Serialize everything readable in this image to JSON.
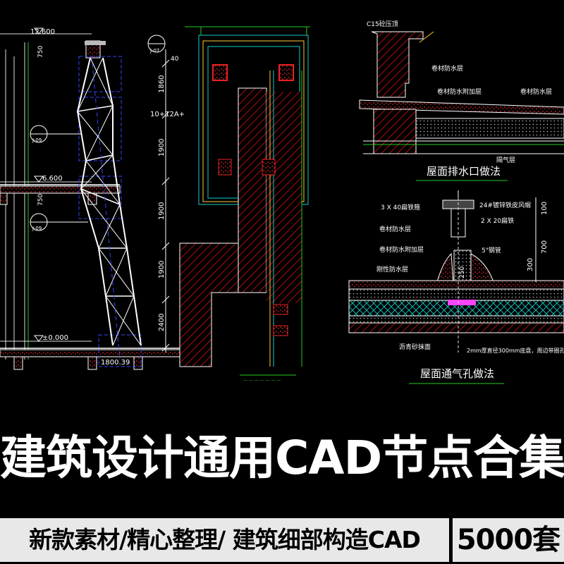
{
  "drawing": {
    "left_labels": {
      "level_top": "12.600",
      "level_mid": "6.600",
      "level_bottom": "±0.000",
      "dim_750_top": "750",
      "dim_40": "40",
      "dim_1860": "1860",
      "dim_1900_a": "1900",
      "dim_1900_b": "1900",
      "dim_1900_c": "1900",
      "dim_2400": "2400",
      "dim_750_mid": "750",
      "glass": "10+12A+",
      "base_dim": "1800.39",
      "ref_j07": "J-07",
      "ref_j09a": "J-09",
      "ref_j09b": "J-09"
    },
    "right_top": {
      "c15": "C15砼压顶",
      "layer1": "卷材防水层",
      "layer2": "卷材防水附加层",
      "layer3": "卷材防水层",
      "layer4": "隔气层",
      "caption": "屋面排水口做法"
    },
    "right_bottom": {
      "l1": "3 X 40扁铁箍",
      "l2": "24#镀锌铁皮风帽",
      "l3": "2 X 20扁铁",
      "l4": "卷材防水层",
      "l5": "卷材防水附加层",
      "l6": "5\"钢管",
      "l7": "刚性防水层",
      "l8": "沥青砂抹面",
      "l9": "2mm厚直径300mm底盘，周边带圈孔",
      "dim_100": "100",
      "dim_300": "300",
      "dim_700": "700",
      "dim_250": "250",
      "caption": "屋面通气孔做法"
    }
  },
  "banner": {
    "title": "建筑设计通用CAD节点合集",
    "subtitle": "新款素材/精心整理/ 建筑细部构造CAD",
    "count": "5000套"
  }
}
